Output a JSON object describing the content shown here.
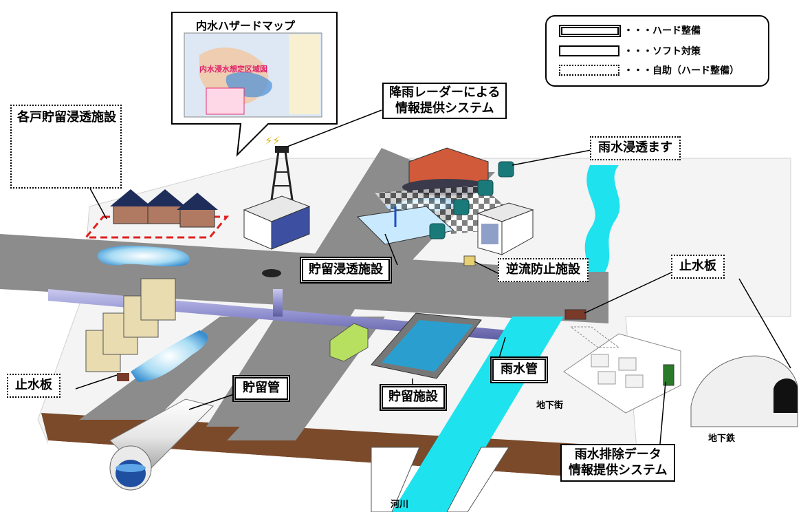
{
  "legend": {
    "hard": "・・・ハード整備",
    "soft": "・・・ソフト対策",
    "self": "・・・自助（ハード整備）"
  },
  "labels": {
    "hazard_map_title": "内水ハザードマップ",
    "hazard_map_red_title": "内水浸水想定区域図",
    "radar_line1": "降雨レーダーによる",
    "radar_line2": "情報提供システム",
    "household_storage": "各戸貯留浸透施設",
    "infiltration_basin": "雨水浸透ます",
    "storage_infiltration": "貯留浸透施設",
    "backflow_prevention": "逆流防止施設",
    "flood_barrier_right": "止水板",
    "flood_barrier_left": "止水板",
    "storage_pipe": "貯留管",
    "storage_facility": "貯留施設",
    "rainwater_pipe": "雨水管",
    "underground_mall": "地下街",
    "subway": "地下鉄",
    "drainage_line1": "雨水排除データ",
    "drainage_line2": "情報提供システム",
    "river": "河川"
  },
  "colors": {
    "water": "#1ee3ef",
    "road": "#8c8c8c",
    "pipe": "#8f8fcf",
    "ground": "#7a4a2a",
    "dashed_red": "#e02020"
  }
}
